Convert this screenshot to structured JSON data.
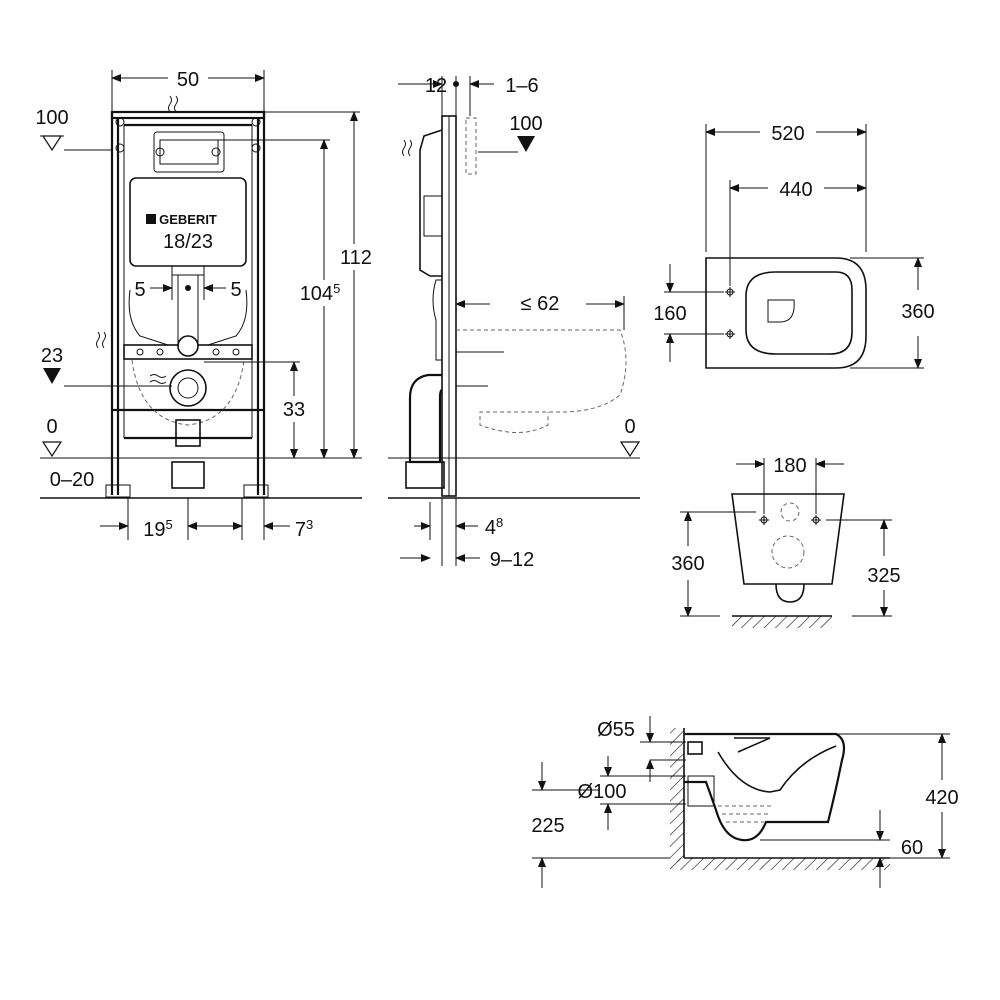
{
  "brand": "GEBERIT",
  "front_view": {
    "width": "50",
    "top_level": "100",
    "dual_flush": "18/23",
    "left_offset": "5",
    "right_offset": "5",
    "height_total": "112",
    "height_frame_main": "104",
    "height_frame_sup": "5",
    "inlet_level": "23",
    "drain_height": "33",
    "floor_level": "0",
    "floor_range": "0–20",
    "bottom_left_main": "19",
    "bottom_left_sup": "5",
    "bottom_right_main": "7",
    "bottom_right_sup": "3"
  },
  "side_view": {
    "wall_offset": "12",
    "panel_range": "1–6",
    "top_level": "100",
    "projection": "≤ 62",
    "floor_level": "0",
    "bottom_a_main": "4",
    "bottom_a_sup": "8",
    "bottom_b": "9–12"
  },
  "top_view": {
    "total_length": "520",
    "bowl_length": "440",
    "hole_spacing": "160",
    "width": "360"
  },
  "back_view": {
    "bolt_spacing": "180",
    "height_total": "360",
    "height_bowl": "325"
  },
  "section_view": {
    "inlet_diameter": "Ø55",
    "outlet_diameter": "Ø100",
    "outlet_height": "225",
    "total_height": "420",
    "rim_drop": "60"
  }
}
